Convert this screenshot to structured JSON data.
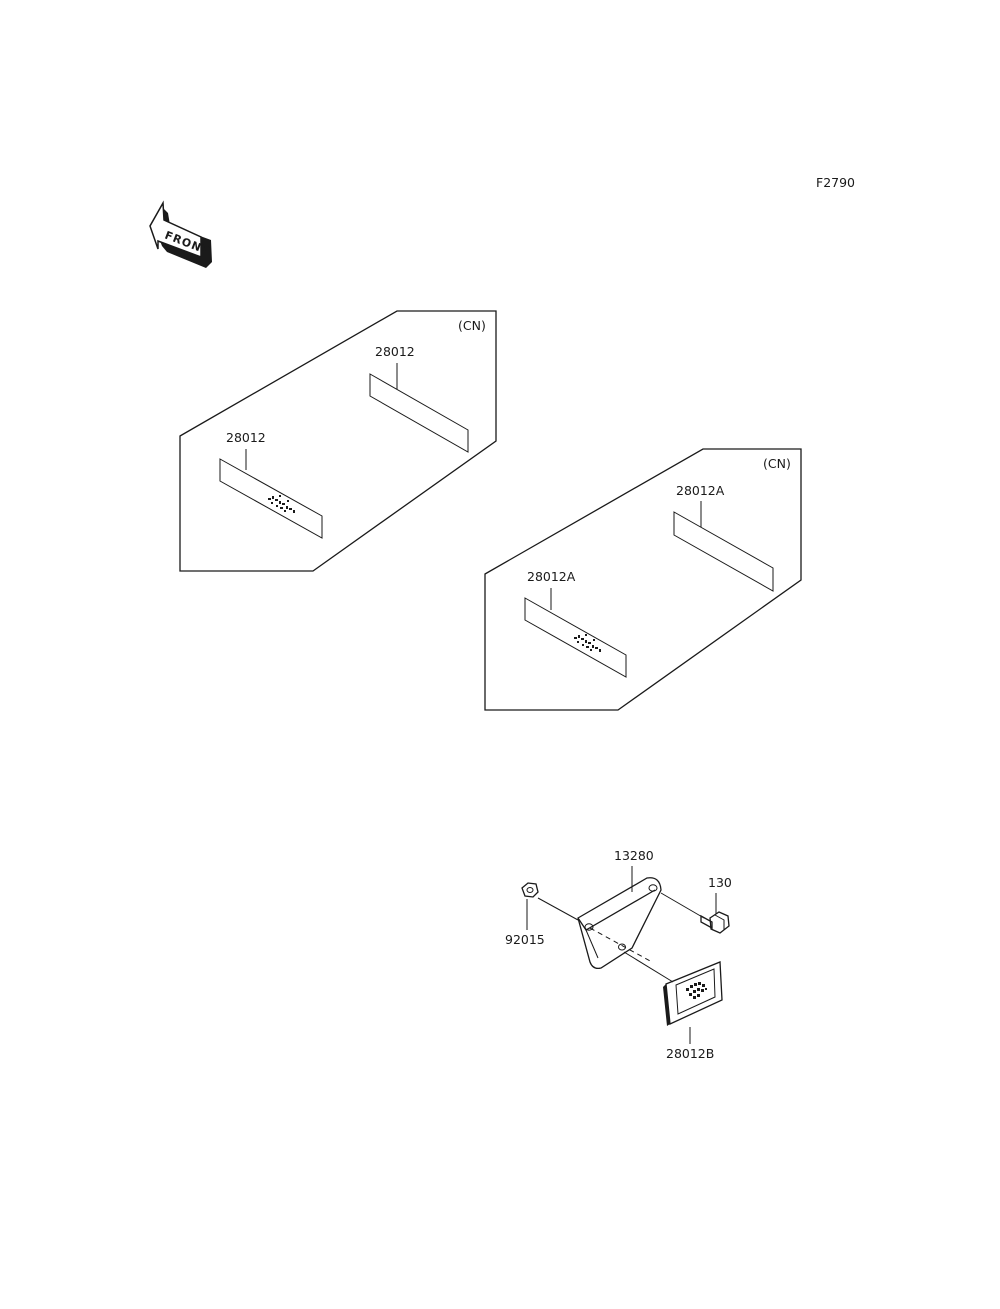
{
  "figure_code": "F2790",
  "front_arrow_text": "FRONT",
  "group_left": {
    "region": "(CN)",
    "label_upper": "28012",
    "label_lower": "28012"
  },
  "group_right": {
    "region": "(CN)",
    "label_upper": "28012A",
    "label_lower": "28012A"
  },
  "assembly": {
    "bracket": "13280",
    "bolt": "130",
    "nut": "92015",
    "reflector": "28012B"
  }
}
